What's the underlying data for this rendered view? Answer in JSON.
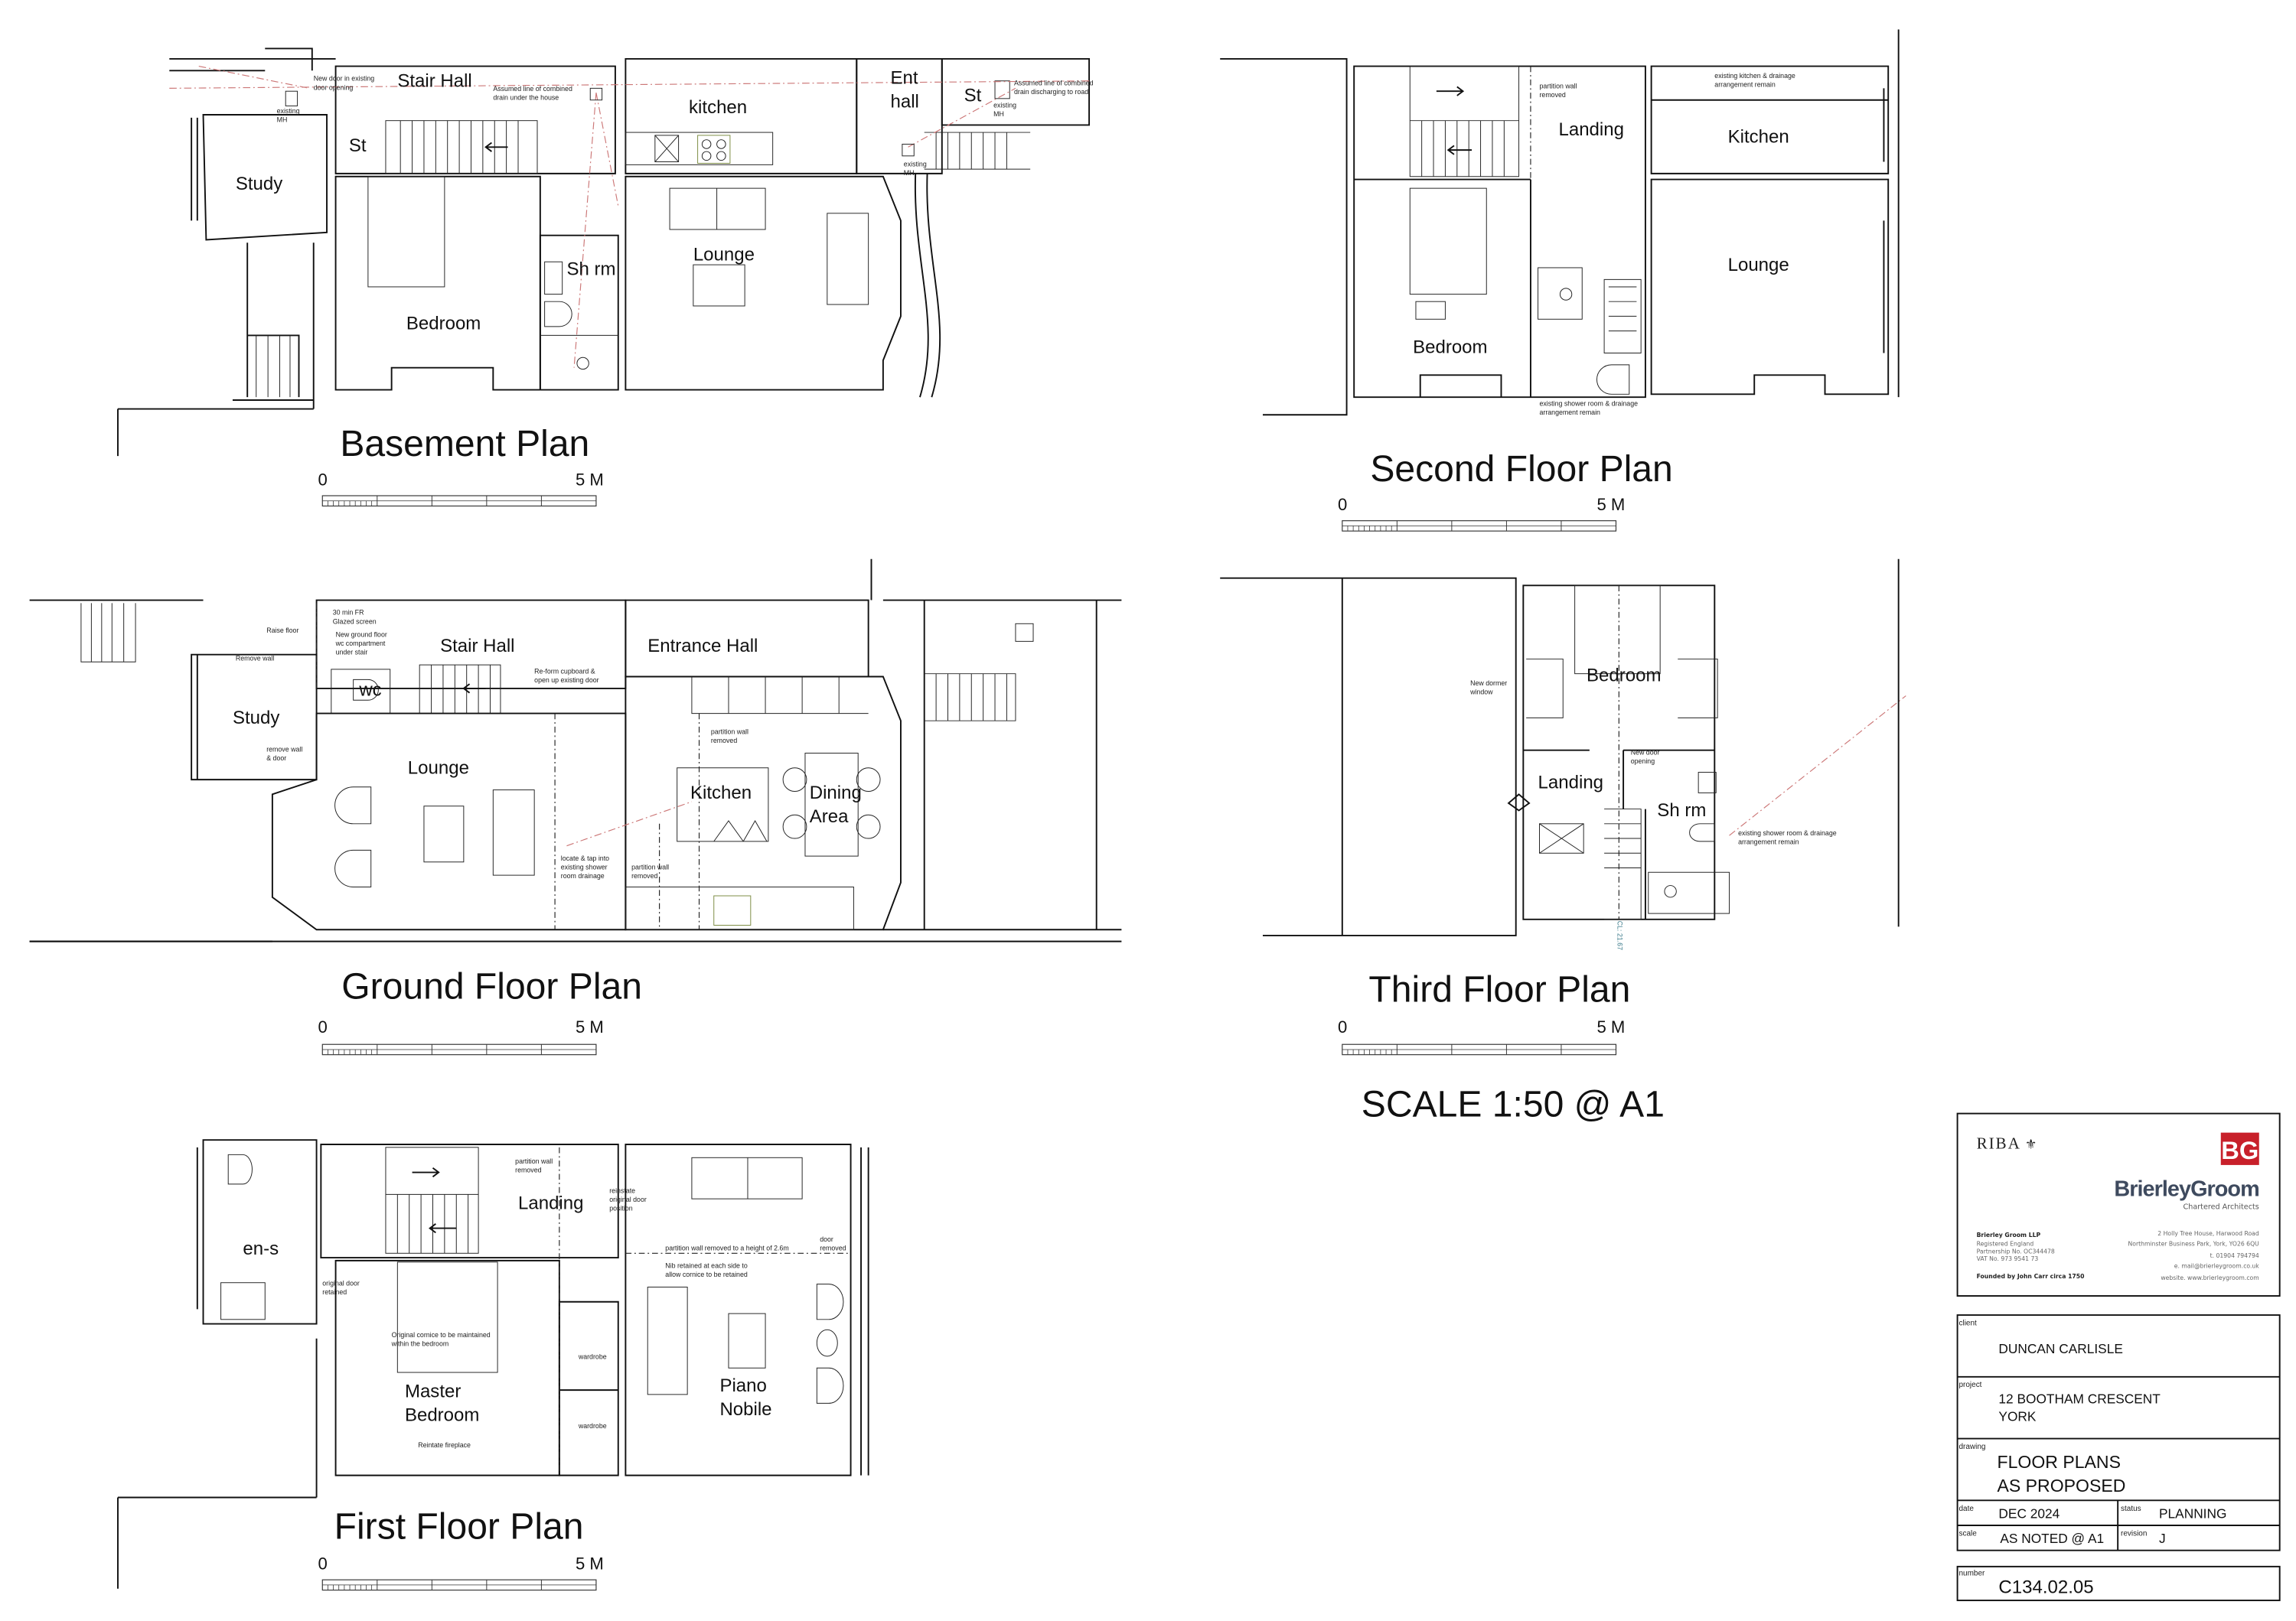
{
  "sheet_scale_note": "SCALE 1:50 @ A1",
  "plans": {
    "basement": {
      "title": "Basement Plan",
      "scale_start": "0",
      "scale_end": "5 M",
      "rooms": [
        "Stair Hall",
        "St",
        "Study",
        "kitchen",
        "Ent",
        "hall",
        "St",
        "Lounge",
        "Sh rm",
        "Bedroom"
      ],
      "notes": [
        [
          "New door in existing",
          "door opening"
        ],
        [
          "existing",
          "MH"
        ],
        [
          "Assumed line of combined",
          "drain under the house"
        ],
        [
          "Assumed line of combined",
          "drain discharging to road"
        ],
        [
          "existing",
          "MH"
        ],
        [
          "existing",
          "MH"
        ]
      ]
    },
    "ground": {
      "title": "Ground Floor Plan",
      "scale_start": "0",
      "scale_end": "5 M",
      "rooms": [
        "Stair Hall",
        "Entrance Hall",
        "Study",
        "wc",
        "Lounge",
        "Kitchen",
        "Dining",
        "Area"
      ],
      "notes": [
        [
          "30 min FR",
          "Glazed screen"
        ],
        [
          "New ground floor",
          "wc compartment",
          "under stair"
        ],
        [
          "Raise floor"
        ],
        [
          "Remove wall"
        ],
        [
          "remove wall",
          "& door"
        ],
        [
          "Re-form cupboard &",
          "open up existing door"
        ],
        [
          "partition wall",
          "removed"
        ],
        [
          "locate & tap into",
          "existing shower",
          "room drainage"
        ],
        [
          "partition wall",
          "removed"
        ]
      ]
    },
    "first": {
      "title": "First Floor Plan",
      "scale_start": "0",
      "scale_end": "5 M",
      "rooms": [
        "en-s",
        "Landing",
        "Master",
        "Bedroom",
        "Piano",
        "Nobile"
      ],
      "notes": [
        [
          "partition wall",
          "removed"
        ],
        [
          "reinstate",
          "original door",
          "position"
        ],
        [
          "partition wall removed to a height of 2.6m"
        ],
        [
          "Nib retained at each side to",
          "allow cornice to be retained"
        ],
        [
          "door",
          "removed"
        ],
        [
          "original door",
          "retained"
        ],
        [
          "Original cornice to be maintained",
          "within the bedroom"
        ],
        [
          "wardrobe"
        ],
        [
          "wardrobe"
        ],
        [
          "Reintate fireplace"
        ]
      ]
    },
    "second": {
      "title": "Second Floor Plan",
      "scale_start": "0",
      "scale_end": "5 M",
      "rooms": [
        "Landing",
        "Kitchen",
        "Lounge",
        "Bedroom"
      ],
      "notes": [
        [
          "partition wall",
          "removed"
        ],
        [
          "existing kitchen & drainage",
          "arrangement remain"
        ],
        [
          "existing shower room & drainage",
          "arrangement remain"
        ]
      ]
    },
    "third": {
      "title": "Third Floor Plan",
      "scale_start": "0",
      "scale_end": "5 M",
      "rooms": [
        "Bedroom",
        "Landing",
        "Sh rm"
      ],
      "notes": [
        [
          "New dormer",
          "window"
        ],
        [
          "New door",
          "opening"
        ],
        [
          "existing shower room & drainage",
          "arrangement remain"
        ]
      ],
      "ceiling_level": "CL: 21.67"
    }
  },
  "title_block": {
    "riba": "RIBA",
    "logo_mark": "BG",
    "firm_name": "BrierleyGroom",
    "firm_tagline": "Chartered Architects",
    "brand_red": "#c8202a",
    "brand_slate": "#3e4a5e",
    "legal": [
      "Brierley Groom LLP",
      "Registered England",
      "Partnership No. OC344478",
      "VAT No. 973 9541 73"
    ],
    "founded": "Founded by John Carr circa 1750",
    "address": [
      "2 Holly Tree House, Harwood Road",
      "Northminster Business Park, York, YO26 6QU",
      "t. 01904 794794",
      "e. mail@brierleygroom.co.uk",
      "website. www.brierleygroom.com"
    ],
    "client_label": "client",
    "client": "DUNCAN CARLISLE",
    "project_label": "project",
    "project": [
      "12 BOOTHAM CRESCENT",
      "YORK"
    ],
    "drawing_label": "drawing",
    "drawing": [
      "FLOOR PLANS",
      "AS PROPOSED"
    ],
    "date_label": "date",
    "date": "DEC 2024",
    "status_label": "status",
    "status": "PLANNING",
    "scale_label": "scale",
    "scale": "AS NOTED @ A1",
    "revision_label": "revision",
    "revision": "J",
    "number_label": "number",
    "number": "C134.02.05"
  }
}
